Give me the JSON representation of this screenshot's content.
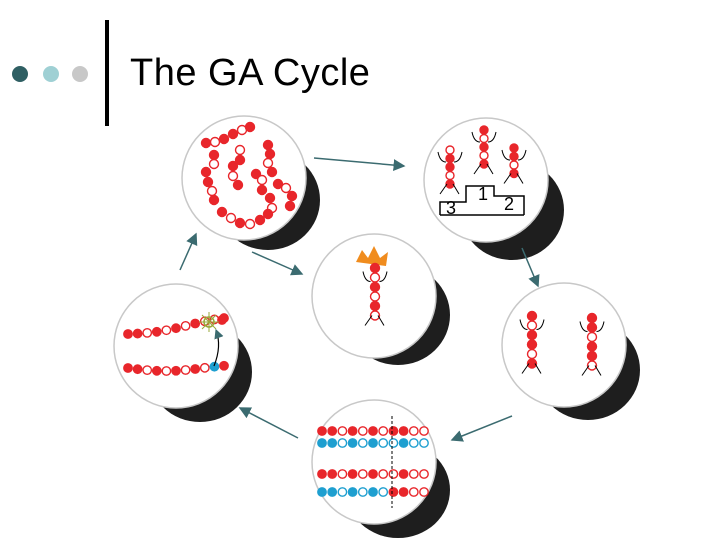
{
  "title": "The GA Cycle",
  "bullets": [
    {
      "color": "#2f5f63"
    },
    {
      "color": "#9fd0d4"
    },
    {
      "color": "#c8c8c8"
    }
  ],
  "colors": {
    "gene_red": "#e8262b",
    "gene_blue": "#1e9fd0",
    "arrow": "#3b6b70",
    "shadow": "#1e1e1e",
    "crown": "#f08c1e"
  },
  "podium_places": [
    "1",
    "2",
    "3"
  ]
}
